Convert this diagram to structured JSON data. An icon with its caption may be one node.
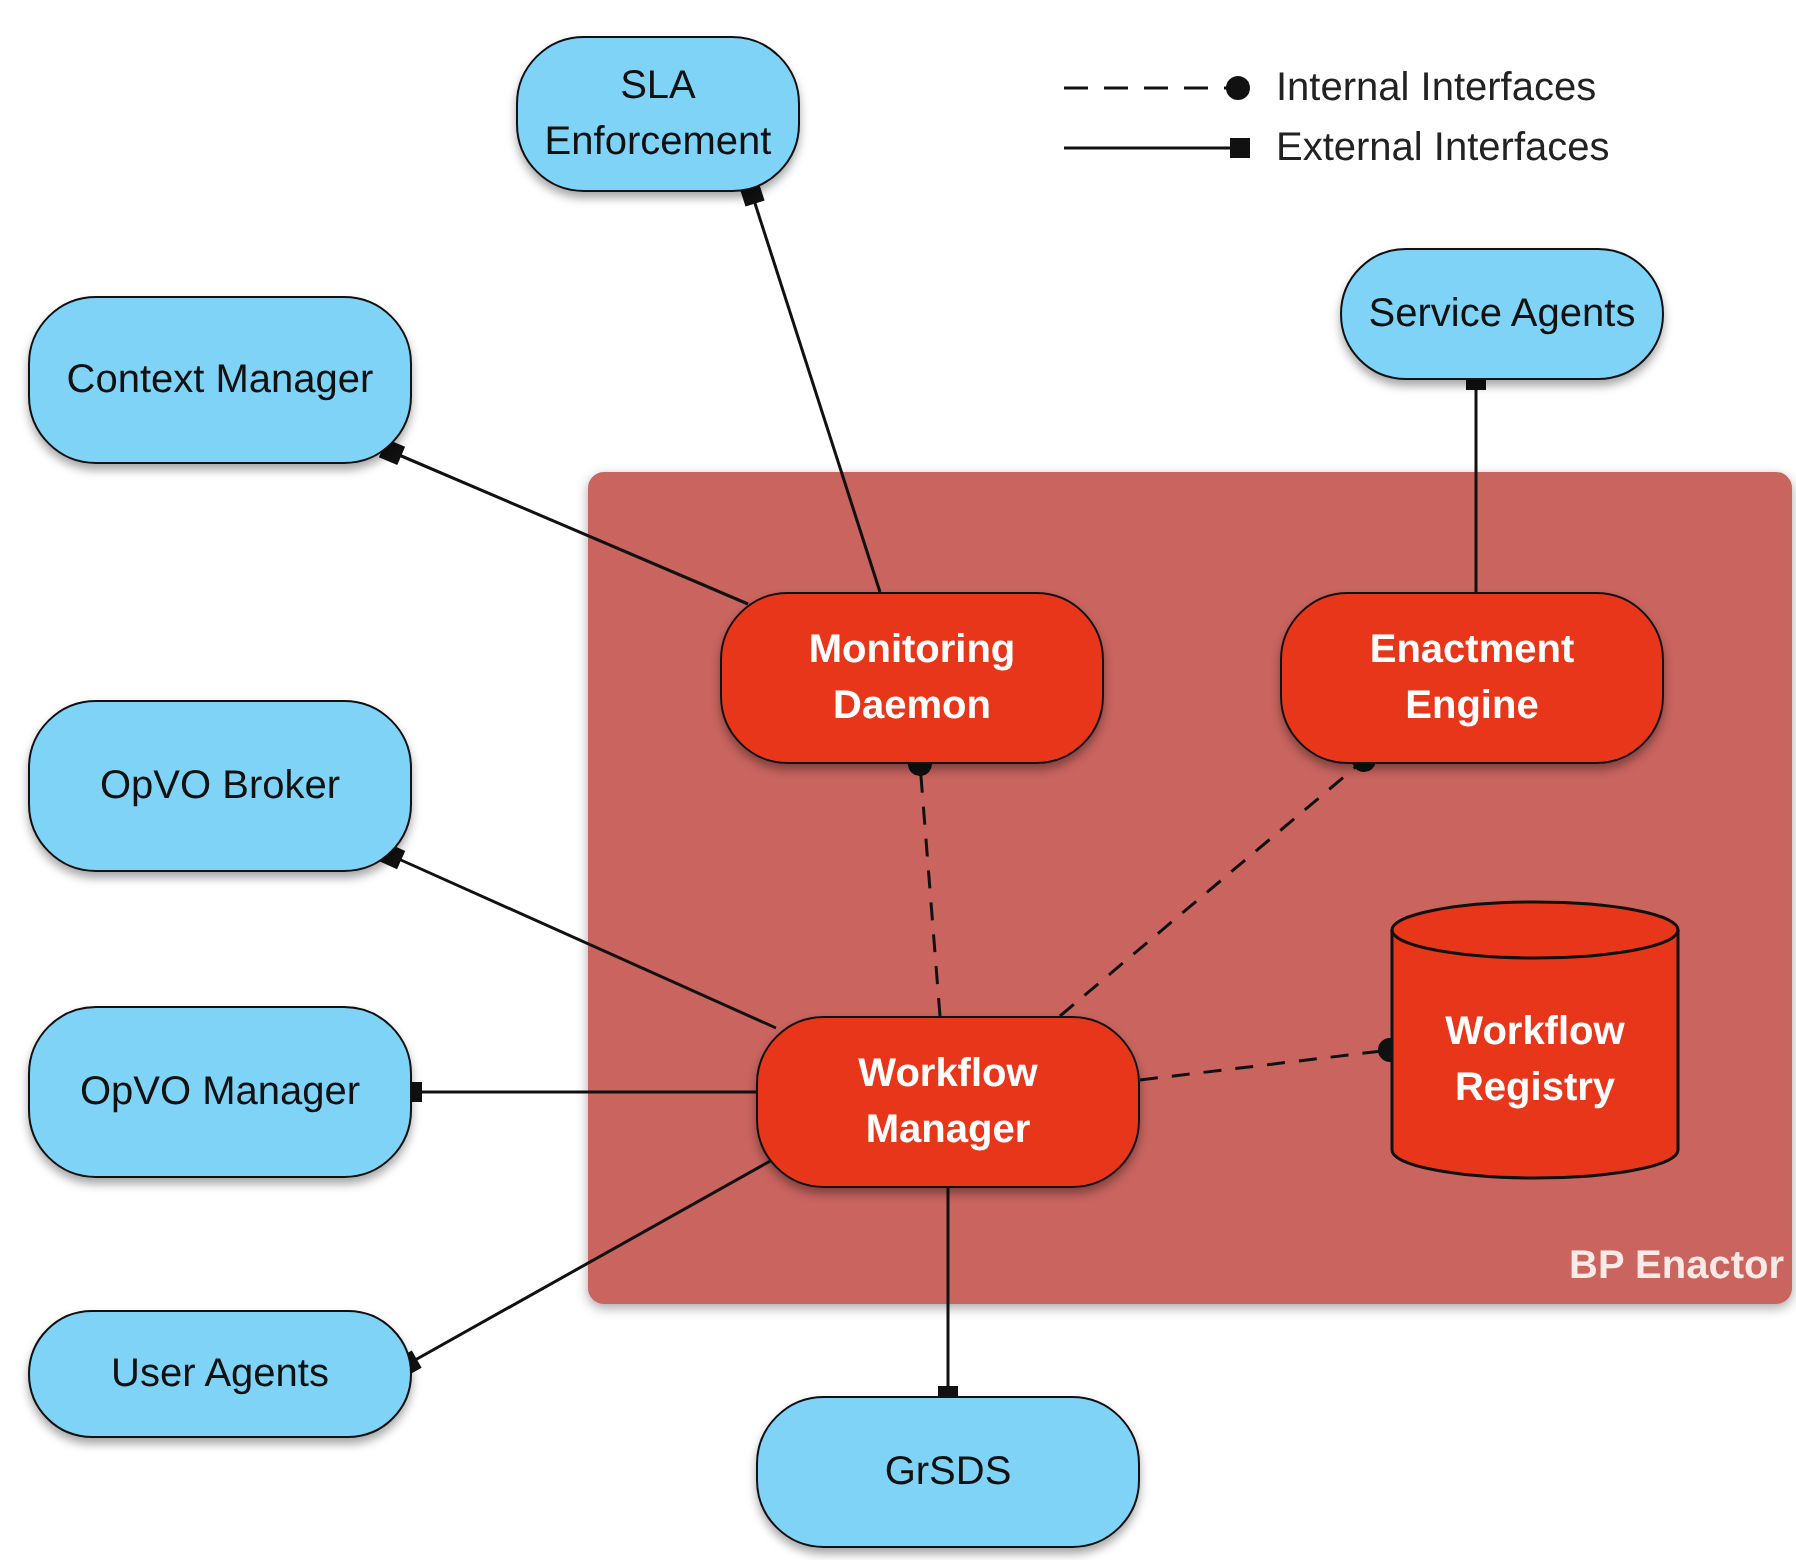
{
  "diagram": {
    "nodes": [
      {
        "text": [
          "SLA Enforcement"
        ]
      },
      {
        "text": [
          "Context Manager"
        ]
      },
      {
        "text": [
          "Service Agents"
        ]
      },
      {
        "text": [
          "BP Enactor"
        ]
      },
      {
        "text": [
          "Monitoring Daemon"
        ],
        "in": 3
      },
      {
        "text": [
          "Enactment Engine"
        ],
        "in": 3
      },
      {
        "text": [
          "OpVO Broker"
        ]
      },
      {
        "text": [
          "Workflow Manager"
        ],
        "in": 3
      },
      {
        "text": [
          "Workflow Registry"
        ],
        "in": 3
      },
      {
        "text": [
          "OpVO Manager"
        ]
      },
      {
        "text": [
          "User Agents"
        ]
      },
      {
        "text": [
          "GrSDS"
        ]
      }
    ],
    "edges": [
      {
        "from": 4,
        "to": 0,
        "arrow": "other"
      },
      {
        "from": 4,
        "to": 1,
        "arrow": "other"
      },
      {
        "from": 5,
        "to": 2,
        "arrow": "other"
      },
      {
        "from": 7,
        "to": 6,
        "arrow": "other"
      },
      {
        "from": 7,
        "to": 9,
        "arrow": "other"
      },
      {
        "from": 7,
        "to": 10,
        "arrow": "other"
      },
      {
        "from": 7,
        "to": 11,
        "arrow": "other"
      },
      {
        "from": 7,
        "to": 4,
        "arrow": "other",
        "style": "dashed"
      },
      {
        "from": 7,
        "to": 5,
        "arrow": "other",
        "style": "dashed"
      },
      {
        "from": 7,
        "to": 8,
        "arrow": "other",
        "style": "dashed"
      }
    ],
    "legend": [
      {
        "text": "Internal Interfaces"
      },
      {
        "text": "External Interfaces"
      }
    ]
  }
}
